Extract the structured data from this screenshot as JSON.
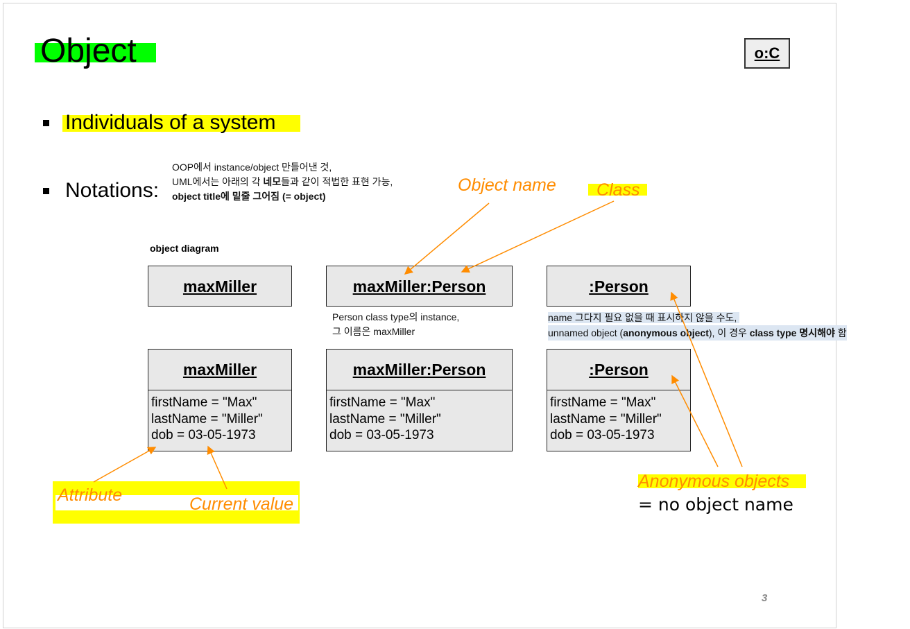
{
  "title": "Object",
  "badge": "o:C",
  "bullets": [
    "Individuals of a system",
    "Notations:"
  ],
  "notation_note": {
    "line1": "OOP에서 instance/object 만들어낸 것,",
    "line2a": "UML에서는 아래의 각 ",
    "line2b": "네모",
    "line2c": "들과 같이 적법한 표현 가능,",
    "line3": "object title에 밑줄 그어짐 (= object)"
  },
  "diagram_label": "object diagram",
  "objects_row1": [
    "maxMiller",
    "maxMiller:Person",
    ":Person"
  ],
  "objects_row2": [
    {
      "name": "maxMiller",
      "attrs": [
        "firstName = \"Max\"",
        "lastName = \"Miller\"",
        "dob = 03-05-1973"
      ]
    },
    {
      "name": "maxMiller:Person",
      "attrs": [
        "firstName = \"Max\"",
        "lastName = \"Miller\"",
        "dob = 03-05-1973"
      ]
    },
    {
      "name": ":Person",
      "attrs": [
        "firstName = \"Max\"",
        "lastName = \"Miller\"",
        "dob = 03-05-1973"
      ]
    }
  ],
  "person_note": [
    "Person class type의 instance,",
    "그 이름은 maxMiller"
  ],
  "anon_note": {
    "line1": "name 그다지 필요 없을 때 표시하지 않을 수도,",
    "l2a": "unnamed object (",
    "l2b": "anonymous object",
    "l2c": "), 이 경우 ",
    "l2d": "class type 명시해야",
    "l2e": " 함"
  },
  "labels": {
    "object_name": "Object name",
    "class": "Class",
    "attribute": "Attribute",
    "current_value": "Current value",
    "anonymous": "Anonymous objects",
    "no_name": "=  no object name"
  },
  "page_number": "3",
  "colors": {
    "accent": "#ff8c00",
    "green": "#00ff00",
    "yellow": "#ffff00"
  }
}
